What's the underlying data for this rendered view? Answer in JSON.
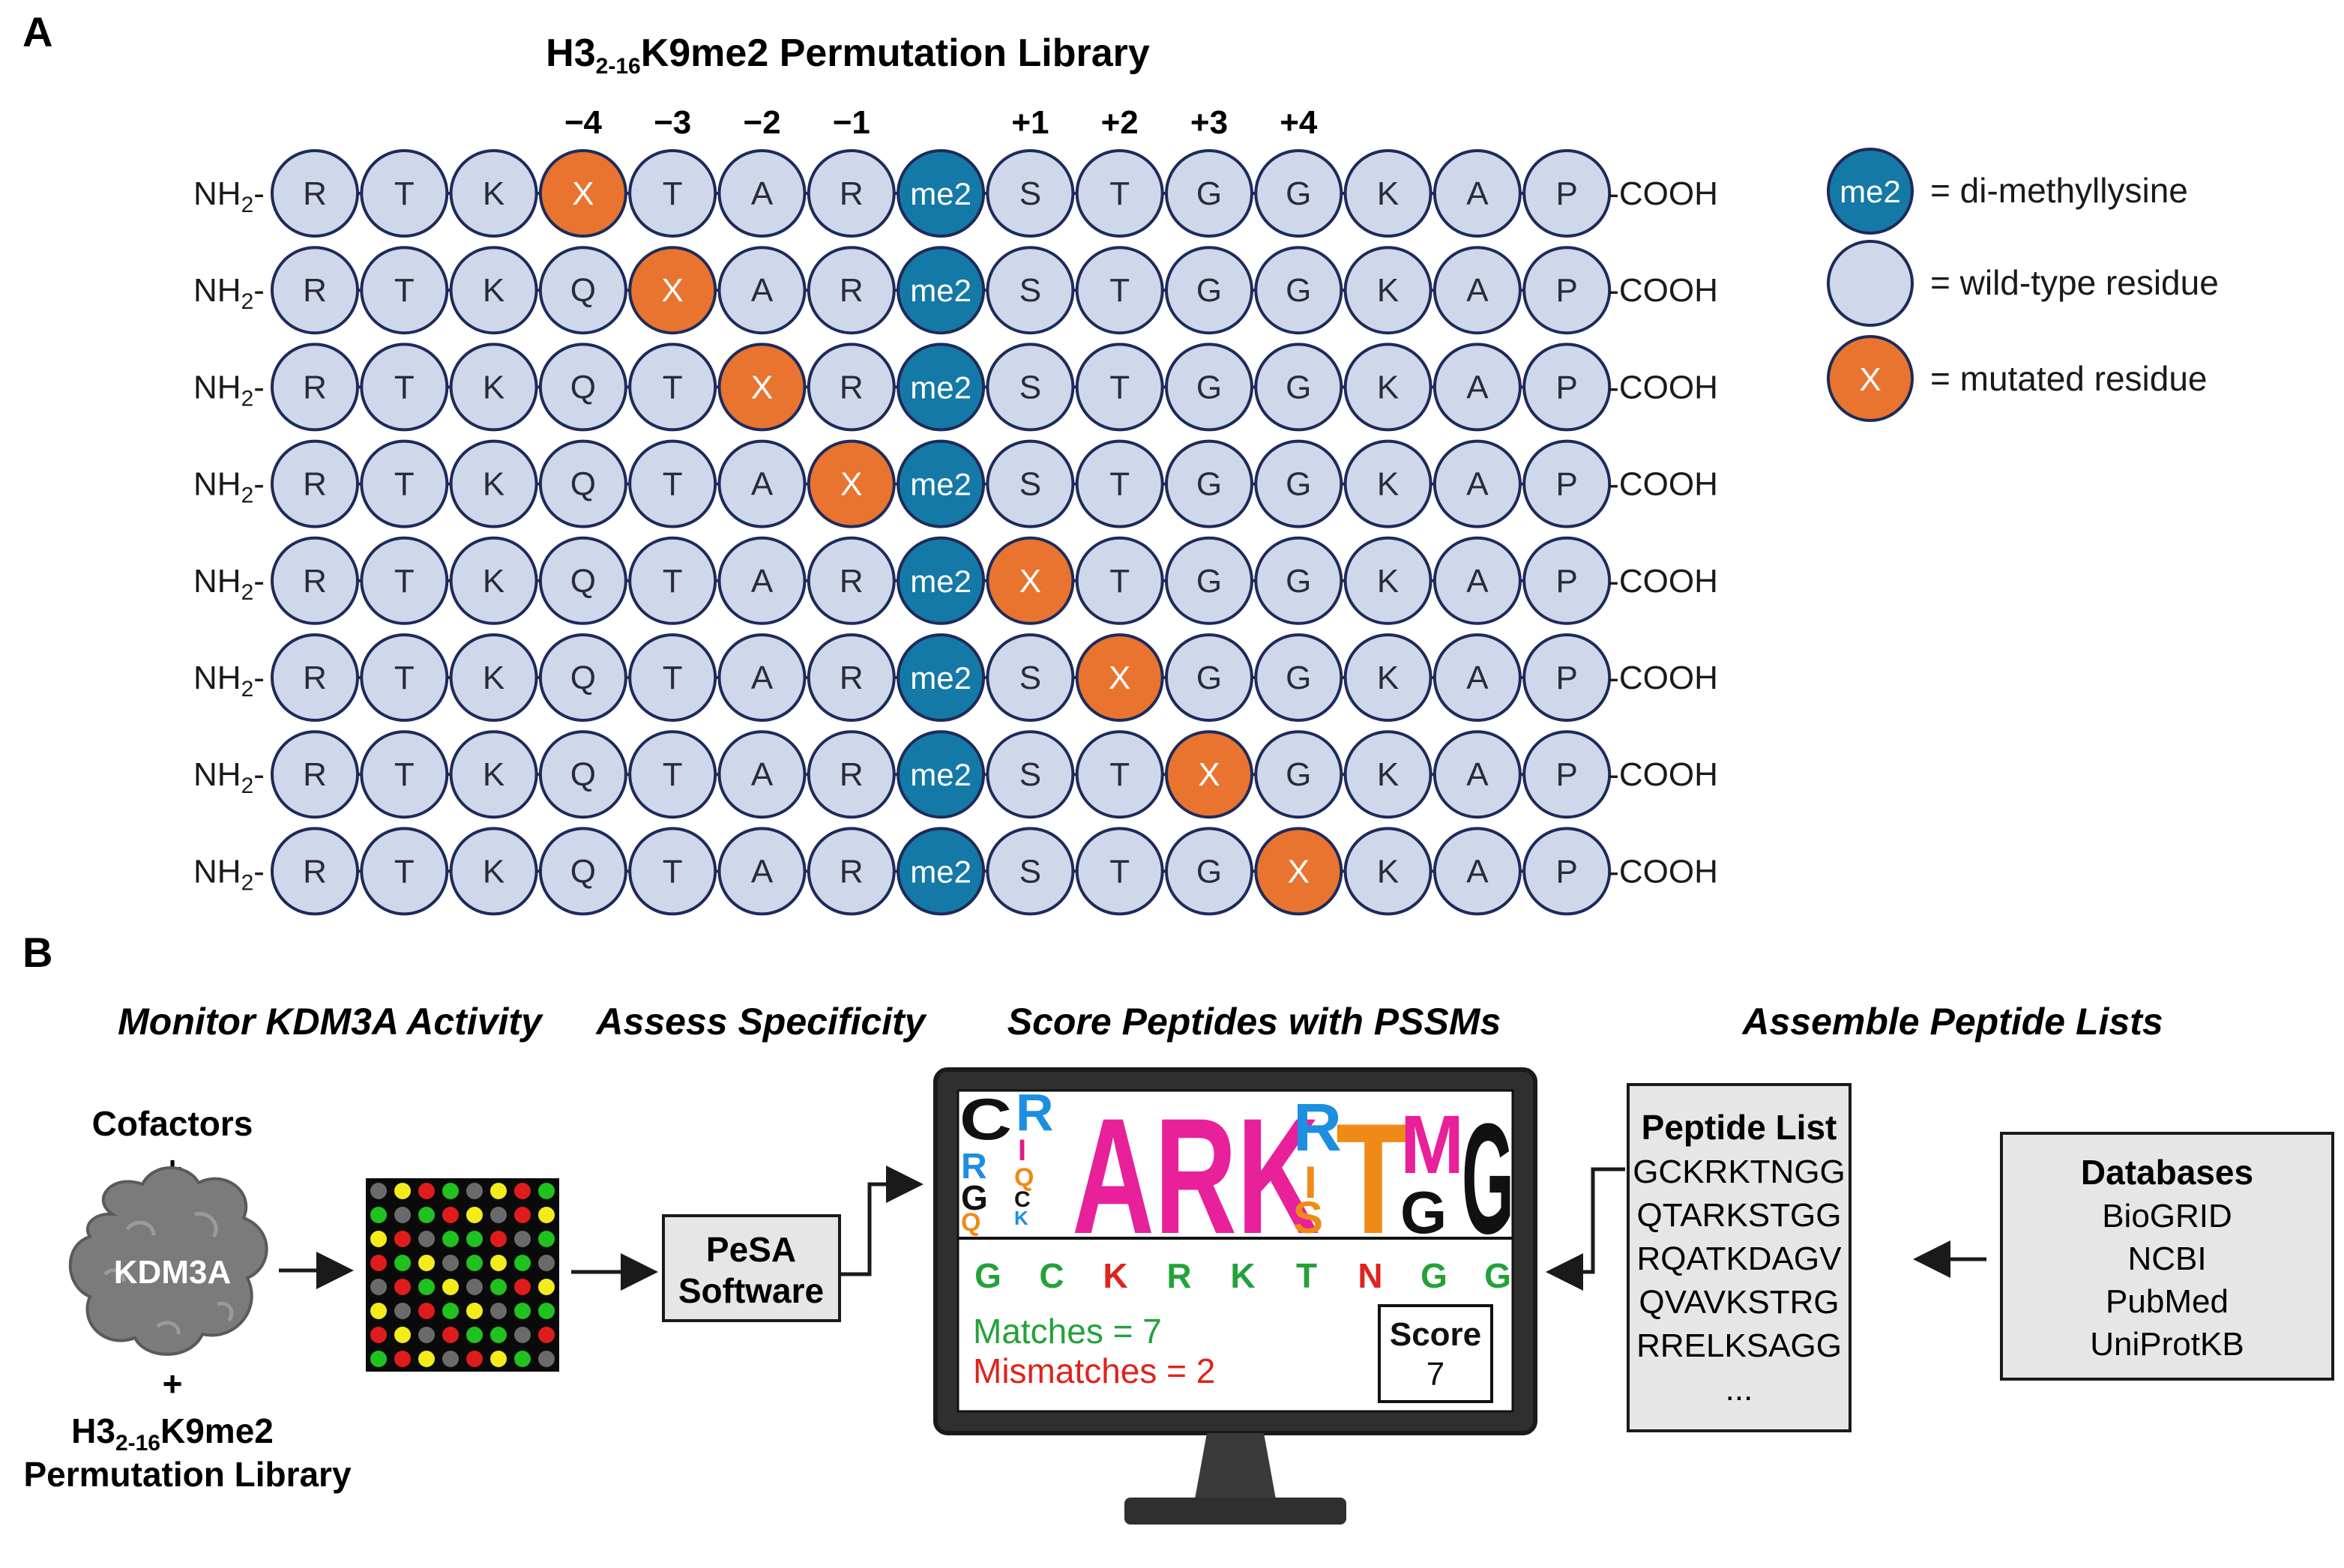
{
  "panel_a": {
    "letter": "A",
    "title_main": "H3",
    "title_sub": "2-16",
    "title_rest": "K9me2 Permutation Library",
    "positions": [
      "−4",
      "−3",
      "−2",
      "−1",
      "+1",
      "+2",
      "+3",
      "+4"
    ],
    "n_term": "NH",
    "n_term_sub": "2",
    "c_term": "-COOH",
    "wild_type": [
      "R",
      "T",
      "K",
      "Q",
      "T",
      "A",
      "R",
      "me2",
      "S",
      "T",
      "G",
      "G",
      "K",
      "A",
      "P"
    ],
    "mutated_label": "X",
    "mutation_index_per_row": [
      3,
      4,
      5,
      6,
      8,
      9,
      10,
      11
    ],
    "legend": [
      {
        "symbol": "me2",
        "text": "= di-methyllysine",
        "kind": "me2"
      },
      {
        "symbol": "",
        "text": "= wild-type residue",
        "kind": "wt"
      },
      {
        "symbol": "X",
        "text": "= mutated residue",
        "kind": "mut"
      }
    ],
    "colors": {
      "wild_type": "#cfd8ea",
      "me2": "#1479a6",
      "mutated": "#e8742f",
      "outline": "#1e2a5a"
    }
  },
  "panel_b": {
    "letter": "B",
    "steps": [
      "Monitor KDM3A Activity",
      "Assess Specificity",
      "Score Peptides with PSSMs",
      "Assemble Peptide Lists"
    ],
    "cofactors": "Cofactors",
    "plus": "+",
    "enzyme": "KDM3A",
    "library_main": "H3",
    "library_sub": "2-16",
    "library_rest": "K9me2",
    "library_line2": "Permutation Library",
    "software_line1": "PeSA",
    "software_line2": "Software",
    "array_colors": {
      "red": "#e01b1b",
      "green": "#1fc21f",
      "yellow": "#f2ec1c",
      "grey": "#6a6a6a"
    },
    "array_pattern": [
      "RYRGGYRG",
      "GYGRYGRY",
      "YRRGGRYG",
      "RGYRGYGR",
      "GRGYRGRY",
      "YGRGYRGG",
      "RYGRGGYR",
      "GRYGRYGY"
    ],
    "logo_letters": [
      "C",
      "R",
      "ARK",
      "R",
      "T",
      "M",
      "G"
    ],
    "sequence": [
      {
        "letter": "G",
        "color": "#23a23a"
      },
      {
        "letter": "C",
        "color": "#23a23a"
      },
      {
        "letter": "K",
        "color": "#e0231c"
      },
      {
        "letter": "R",
        "color": "#23a23a"
      },
      {
        "letter": "K",
        "color": "#23a23a"
      },
      {
        "letter": "T",
        "color": "#23a23a"
      },
      {
        "letter": "N",
        "color": "#e0231c"
      },
      {
        "letter": "G",
        "color": "#23a23a"
      },
      {
        "letter": "G",
        "color": "#23a23a"
      }
    ],
    "matches": "Matches = 7",
    "mismatches": "Mismatches = 2",
    "score_label": "Score",
    "score_value": "7",
    "peptide_list_title": "Peptide List",
    "peptides": [
      "GCKRKTNGG",
      "QTARKSTGG",
      "RQATKDAGV",
      "QVAVKSTRG",
      "RRELKSAGG",
      "..."
    ],
    "databases_title": "Databases",
    "databases": [
      "BioGRID",
      "NCBI",
      "PubMed",
      "UniProtKB"
    ]
  }
}
